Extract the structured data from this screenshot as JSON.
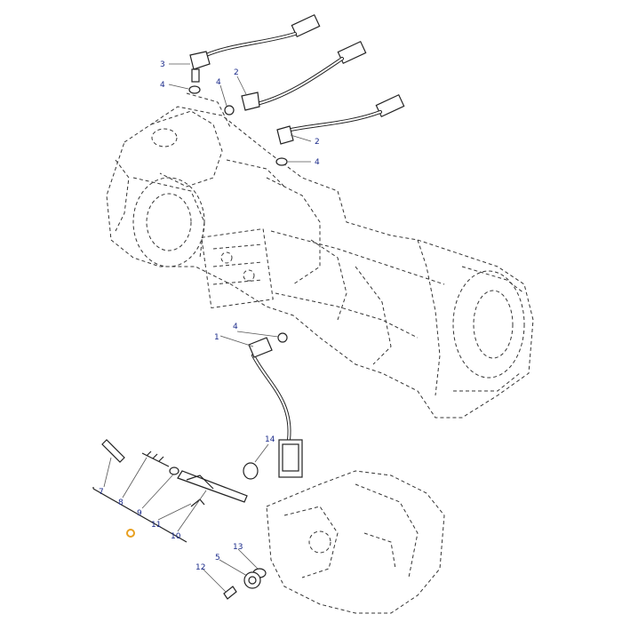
{
  "callouts": [
    {
      "id": "c3a",
      "text": "3"
    },
    {
      "id": "c4a",
      "text": "4"
    },
    {
      "id": "c4b",
      "text": "4"
    },
    {
      "id": "c2a",
      "text": "2"
    },
    {
      "id": "c2b",
      "text": "2"
    },
    {
      "id": "c4c",
      "text": "4"
    },
    {
      "id": "c4d",
      "text": "4"
    },
    {
      "id": "c1",
      "text": "1"
    },
    {
      "id": "c14",
      "text": "14"
    },
    {
      "id": "c7",
      "text": "7"
    },
    {
      "id": "c8",
      "text": "8"
    },
    {
      "id": "c9",
      "text": "9"
    },
    {
      "id": "c11",
      "text": "11"
    },
    {
      "id": "c10",
      "text": "10"
    },
    {
      "id": "c13",
      "text": "13"
    },
    {
      "id": "c5",
      "text": "5"
    },
    {
      "id": "c12",
      "text": "12"
    }
  ],
  "colors": {
    "callout_text": "#1a2a8a",
    "marker": "#e8a020",
    "line": "#222222"
  }
}
